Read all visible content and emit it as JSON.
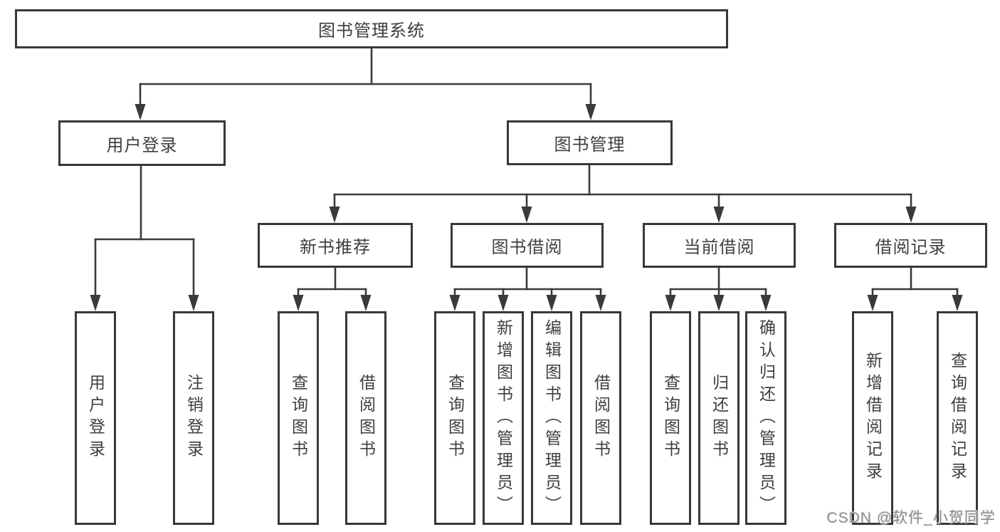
{
  "colors": {
    "line": "#3a3a3a",
    "box_border": "#383838",
    "text": "#3f3f3f",
    "watermark": "#8f8f8f",
    "background": "#ffffff"
  },
  "tree": {
    "root": {
      "label": "图书管理系统"
    },
    "branches": [
      {
        "label": "用户登录",
        "children": [
          {
            "label": "用户登录"
          },
          {
            "label": "注销登录"
          }
        ]
      },
      {
        "label": "图书管理",
        "children": [
          {
            "label": "新书推荐",
            "children": [
              {
                "label": "查询图书"
              },
              {
                "label": "借阅图书"
              }
            ]
          },
          {
            "label": "图书借阅",
            "children": [
              {
                "label": "查询图书"
              },
              {
                "label": "新增图书（管理员）"
              },
              {
                "label": "编辑图书（管理员）"
              },
              {
                "label": "借阅图书"
              }
            ]
          },
          {
            "label": "当前借阅",
            "children": [
              {
                "label": "查询图书"
              },
              {
                "label": "归还图书"
              },
              {
                "label": "确认归还（管理员）"
              }
            ]
          },
          {
            "label": "借阅记录",
            "children": [
              {
                "label": "新增借阅记录"
              },
              {
                "label": "查询借阅记录"
              }
            ]
          }
        ]
      }
    ]
  },
  "watermark": "CSDN @软件_小贺同学"
}
